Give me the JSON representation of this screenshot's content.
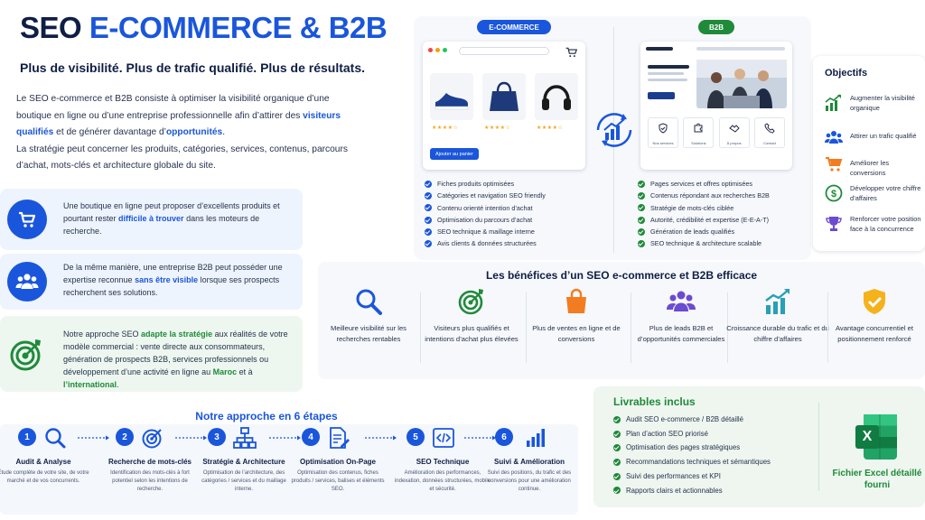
{
  "header": {
    "title_main": "SEO",
    "title_accent": "E-COMMERCE & B2B",
    "subtitle": "Plus de visibilité. Plus de trafic qualifié. Plus de résultats."
  },
  "intro": {
    "p1_a": "Le SEO e-commerce et B2B consiste à optimiser la visibilité organique d’une boutique en ligne ou d’une entreprise professionnelle afin d’attirer des ",
    "p1_b": "visiteurs qualifiés",
    "p1_c": " et de générer davantage d’",
    "p1_d": "opportunités",
    "p1_e": ".",
    "p2": "La stratégie peut concerner les produits, catégories, services, contenus, parcours d’achat, mots-clés et architecture globale du site."
  },
  "cards": {
    "c1_a": "Une boutique en ligne peut proposer d’excellents produits et pourtant rester ",
    "c1_b": "difficile à trouver",
    "c1_c": " dans les moteurs de recherche.",
    "c2_a": "De la même manière, une entreprise B2B peut posséder une expertise reconnue ",
    "c2_b": "sans être visible",
    "c2_c": " lorsque ses prospects recherchent ses solutions.",
    "c3_a": "Notre approche SEO ",
    "c3_b": "adapte la stratégie",
    "c3_c": " aux réalités de votre modèle commercial : vente directe aux consommateurs, génération de prospects B2B, services professionnels ou développement d’une activité en ligne au ",
    "c3_d": "Maroc",
    "c3_e": " et à ",
    "c3_f": "l’international",
    "c3_g": "."
  },
  "steps": {
    "title": "Notre approche en 6 étapes",
    "items": [
      {
        "num": "1",
        "title": "Audit & Analyse",
        "desc": "Étude complète de votre site, de votre marché et de vos concurrents."
      },
      {
        "num": "2",
        "title": "Recherche de mots-clés",
        "desc": "Identification des mots-clés à fort potentiel selon les intentions de recherche."
      },
      {
        "num": "3",
        "title": "Stratégie & Architecture",
        "desc": "Optimisation de l’architecture, des catégories / services et du maillage interne."
      },
      {
        "num": "4",
        "title": "Optimisation On-Page",
        "desc": "Optimisation des contenus, fiches produits / services, balises et éléments SEO."
      },
      {
        "num": "5",
        "title": "SEO Technique",
        "desc": "Amélioration des performances, indexation, données structurées, mobile et sécurité."
      },
      {
        "num": "6",
        "title": "Suivi & Amélioration",
        "desc": "Suivi des positions, du trafic et des conversions pour une amélioration continue."
      }
    ]
  },
  "ecommerce": {
    "pill": "E-COMMERCE",
    "cart_button": "Ajouter au panier",
    "checks": [
      "Fiches produits optimisées",
      "Catégories et navigation SEO friendly",
      "Contenu orienté intention d’achat",
      "Optimisation du parcours d’achat",
      "SEO technique & maillage interne",
      "Avis clients & données structurées"
    ]
  },
  "b2b": {
    "pill": "B2B",
    "tiles": [
      "Nos services",
      "Solutions",
      "À propos",
      "Contact"
    ],
    "checks": [
      "Pages services et offres optimisées",
      "Contenus répondant aux recherches B2B",
      "Stratégie de mots-clés ciblée",
      "Autorité, crédibilité et expertise (E-E-A-T)",
      "Génération de leads qualifiés",
      "SEO technique & architecture scalable"
    ]
  },
  "objectifs": {
    "title": "Objectifs",
    "items": [
      {
        "icon": "growth-chart-icon",
        "label": "Augmenter la visibilité organique"
      },
      {
        "icon": "users-icon",
        "label": "Attirer un trafic qualifié"
      },
      {
        "icon": "cart-icon",
        "label": "Améliorer les conversions"
      },
      {
        "icon": "dollar-icon",
        "label": "Développer votre chiffre d’affaires"
      },
      {
        "icon": "trophy-icon",
        "label": "Renforcer votre position face à la concurrence"
      }
    ]
  },
  "benefits": {
    "title": "Les bénéfices d’un SEO e-commerce et B2B efficace",
    "items": [
      {
        "icon": "search-icon",
        "label": "Meilleure visibilité sur les recherches rentables"
      },
      {
        "icon": "target-icon",
        "label": "Visiteurs plus qualifiés et intentions d’achat plus élevées"
      },
      {
        "icon": "shopping-bag-icon",
        "label": "Plus de ventes en ligne et de conversions"
      },
      {
        "icon": "leads-icon",
        "label": "Plus de leads B2B et d’opportunités commerciales"
      },
      {
        "icon": "growth-chart-icon",
        "label": "Croissance durable du trafic et du chiffre d’affaires"
      },
      {
        "icon": "shield-check-icon",
        "label": "Avantage concurrentiel et positionnement renforcé"
      }
    ]
  },
  "livrables": {
    "title": "Livrables inclus",
    "items": [
      "Audit SEO e-commerce / B2B détaillé",
      "Plan d’action SEO priorisé",
      "Optimisation des pages stratégiques",
      "Recommandations techniques et sémantiques",
      "Suivi des performances et KPI",
      "Rapports clairs et actionnables"
    ],
    "excel_label": "Fichier Excel détaillé fourni",
    "excel_letter": "X"
  },
  "colors": {
    "primary_blue": "#1a56db",
    "dark_navy": "#0f1e45",
    "green": "#1f8a3a",
    "orange": "#f27c1f",
    "purple": "#6b4bd1",
    "teal": "#2a9fb5"
  }
}
